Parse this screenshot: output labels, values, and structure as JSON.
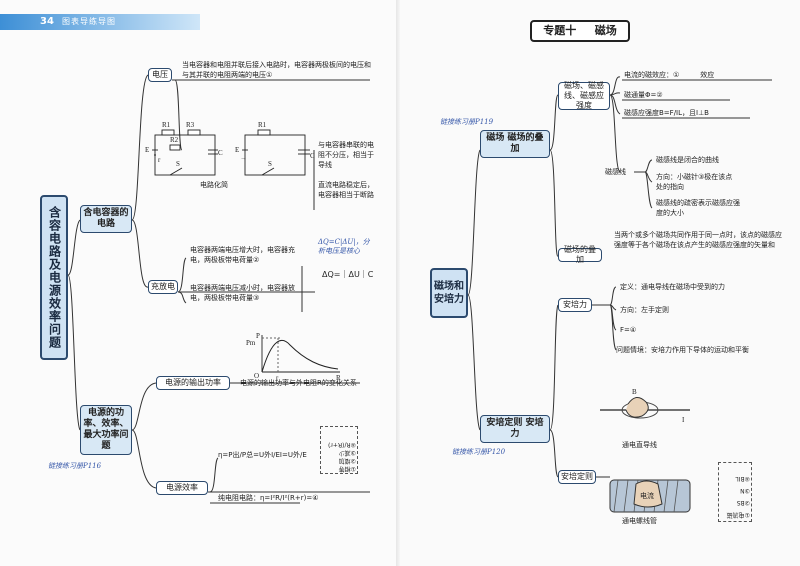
{
  "left_page": {
    "page_number": "34",
    "header_title": "图表导练导图",
    "main_topic": "含容电路及电源效率问题",
    "branch_capacitor": "含电容器的电路",
    "voltage_label": "电压",
    "voltage_text": "当电容器和电阻并联后接入电路时，电容器两极板间的电压和与其并联的电阻两端的电压①",
    "circuit_simplify": "电路化简",
    "note_series": "与电容器串联的电阻不分压，相当于导线",
    "note_dc": "直流电路稳定后，电容器相当于断路",
    "charge_label": "充放电",
    "charge_text1": "电容器两端电压增大时，电容器充电，两极板带电荷量②",
    "charge_text2": "电容器两端电压减小时，电容器放电，两极板带电荷量③",
    "hand_note": "ΔQ=C|ΔU|，分析电压是核心",
    "formula_dq": "ΔQ=｜ΔU｜C",
    "branch_power": "电源的功率、效率、最大功率问题",
    "output_power_label": "电源的输出功率",
    "output_power_text": "电源的输出功率与外电阻R的变化关系",
    "efficiency_label": "电源效率",
    "efficiency_formula": "η=P出/P总=U外I/EI=U外/E",
    "pure_resistor": "纯电阻电路：η=I²R/I²(R+r)=④",
    "answers_box": [
      "①相等",
      "②增加",
      "③减少",
      "④R/(R+r)"
    ],
    "link_practice": "链接练习册P116",
    "graph_labels": {
      "y": "P",
      "ymax": "Pm",
      "x": "R",
      "o": "O",
      "r": "r"
    },
    "circuit_labels": {
      "R1": "R1",
      "R2": "R2",
      "R3": "R3",
      "E": "E",
      "r": "r",
      "C": "C",
      "S": "S"
    }
  },
  "right_page": {
    "topic_number": "专题十",
    "topic_title": "磁场",
    "main_topic": "磁场和安培力",
    "branch_superposition": "磁场 磁场的叠加",
    "flux_group_label": "磁场、磁感线、磁感应强度",
    "item_flux": "电流的磁效应：①　　　效应",
    "item_phi": "磁通量Φ=②",
    "item_B": "磁感应强度B=F/IL，且I⊥B",
    "field_line_label": "磁感线",
    "fl_closed": "磁感线是闭合的曲线",
    "fl_direction": "方向：小磁针③极在该点处的指向",
    "fl_density": "磁感线的疏密表示磁感应强度的大小",
    "superpose_label": "磁场的叠加",
    "superpose_text": "当两个或多个磁场共同作用于同一点时，该点的磁感应强度等于各个磁场在该点产生的磁感应强度的矢量和",
    "link_practice1": "链接练习册P119",
    "branch_ampere": "安培定则 安培力",
    "ampere_force_label": "安培力",
    "af_def": "定义：通电导线在磁场中受到的力",
    "af_dir": "方向：左手定则",
    "af_formula": "F=④",
    "af_problem": "问题情境：安培力作用下导体的运动和平衡",
    "ampere_rule_label": "安培定则",
    "straight_wire": "通电直导线",
    "solenoid": "通电螺线管",
    "link_practice2": "链接练习册P120",
    "answers_box": [
      "①电流磁",
      "②BS",
      "③N",
      "④BIL"
    ],
    "fig_labels": {
      "B": "B",
      "I": "I",
      "ring": "电流"
    }
  }
}
